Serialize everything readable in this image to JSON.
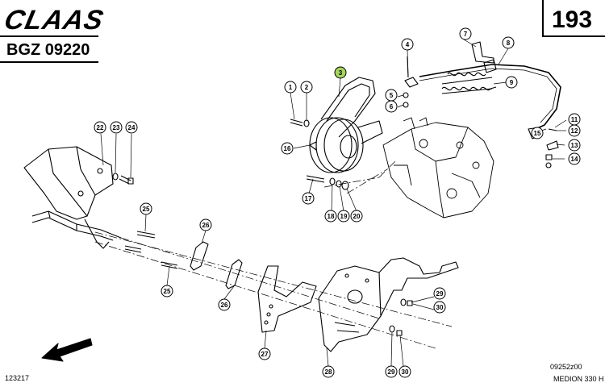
{
  "header": {
    "brand": "CLAAS",
    "page_number": "193",
    "group_code": "BGZ 09220"
  },
  "footer": {
    "left_code": "123217",
    "drawing_code": "09252z00",
    "model": "MEDION 330 H"
  },
  "callouts": [
    {
      "id": "1",
      "label": "1"
    },
    {
      "id": "2",
      "label": "2"
    },
    {
      "id": "3",
      "label": "3",
      "highlight": true
    },
    {
      "id": "4",
      "label": "4"
    },
    {
      "id": "5",
      "label": "5"
    },
    {
      "id": "6",
      "label": "6"
    },
    {
      "id": "7",
      "label": "7"
    },
    {
      "id": "8",
      "label": "8"
    },
    {
      "id": "9",
      "label": "9"
    },
    {
      "id": "11",
      "label": "11"
    },
    {
      "id": "12",
      "label": "12"
    },
    {
      "id": "13",
      "label": "13"
    },
    {
      "id": "14",
      "label": "14"
    },
    {
      "id": "15",
      "label": "15"
    },
    {
      "id": "16",
      "label": "16"
    },
    {
      "id": "17",
      "label": "17"
    },
    {
      "id": "18",
      "label": "18"
    },
    {
      "id": "19",
      "label": "19"
    },
    {
      "id": "20",
      "label": "20"
    },
    {
      "id": "22",
      "label": "22"
    },
    {
      "id": "23",
      "label": "23"
    },
    {
      "id": "24",
      "label": "24"
    },
    {
      "id": "25a",
      "label": "25"
    },
    {
      "id": "25b",
      "label": "25"
    },
    {
      "id": "26a",
      "label": "26"
    },
    {
      "id": "26b",
      "label": "26"
    },
    {
      "id": "27",
      "label": "27"
    },
    {
      "id": "28",
      "label": "28"
    },
    {
      "id": "29a",
      "label": "29"
    },
    {
      "id": "29b",
      "label": "29"
    },
    {
      "id": "30a",
      "label": "30"
    },
    {
      "id": "30b",
      "label": "30"
    }
  ],
  "colors": {
    "ink": "#000000",
    "highlight": "#a4d65e",
    "paper": "#ffffff"
  }
}
